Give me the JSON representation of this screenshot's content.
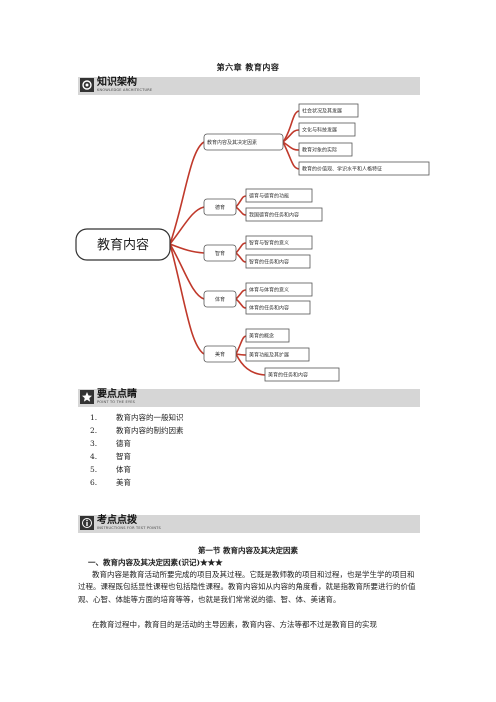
{
  "chapter_title": "第六章    教育内容",
  "banners": {
    "knowledge": {
      "zh": "知识架构",
      "en": "KNOWLEDGE ARCHITECTURE"
    },
    "keypoints": {
      "zh": "要点点睛",
      "en": "POINT TO THE EYES"
    },
    "exam": {
      "zh": "考点点拨",
      "en": "INSTRUCTIONS FOR TEST POINTS"
    }
  },
  "mindmap": {
    "root": "教育内容",
    "branches": [
      {
        "label": "教育内容及其决定因素",
        "leaves": [
          "社会状况及其发展",
          "文化与科技发展",
          "教育对象的实际",
          "教育的价值观、学识水平和人格特征"
        ]
      },
      {
        "label": "德育",
        "leaves": [
          "德育与德育的功能",
          "我国德育的任务和内容"
        ]
      },
      {
        "label": "智育",
        "leaves": [
          "智育与智育的意义",
          "智育的任务和内容"
        ]
      },
      {
        "label": "体育",
        "leaves": [
          "体育与体育的意义",
          "体育的任务和内容"
        ]
      },
      {
        "label": "美育",
        "leaves": [
          "美育的概念",
          "美育功能及其扩展",
          "美育的任务和内容"
        ]
      }
    ]
  },
  "outline": [
    {
      "num": "1.",
      "text": "教育内容的一般知识"
    },
    {
      "num": "2.",
      "text": "教育内容的制约因素"
    },
    {
      "num": "3.",
      "text": "德育"
    },
    {
      "num": "4.",
      "text": "智育"
    },
    {
      "num": "5.",
      "text": "体育"
    },
    {
      "num": "6.",
      "text": "美育"
    }
  ],
  "section_title": "第一节    教育内容及其决定因素",
  "subsection_title": "一、教育内容及其决定因素(识记)★★★",
  "paragraphs": [
    "教育内容是教育活动所要完成的项目及其过程。它既是教师教的项目和过程，也是学生学的项目和过程。课程既包括显性课程也包括隐性课程。教育内容如从内容的角度看，就是指教育所要进行的价值观、心智、体能等方面的培育等等，也就是我们常常说的德、智、体、美诸育。",
    "在教育过程中，教育目的是活动的主导因素，教育内容、方法等都不过是教育目的实现"
  ]
}
